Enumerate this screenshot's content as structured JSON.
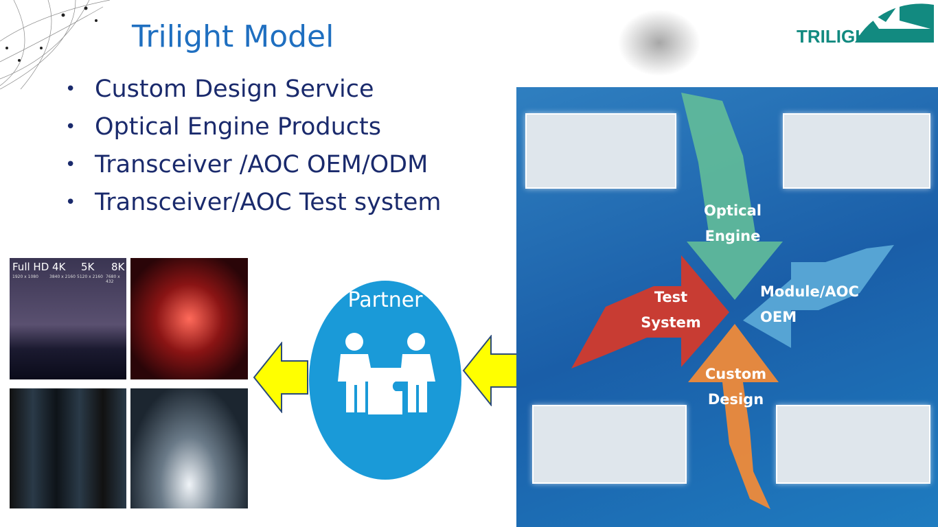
{
  "slide": {
    "title": "Trilight Model",
    "bullets": [
      "Custom Design Service",
      "Optical Engine Products",
      "Transceiver /AOC OEM/ODM",
      "Transceiver/AOC Test system"
    ],
    "bullet_symbol": "•",
    "logo_text": "TRILIGHT",
    "partner_label": "Partner",
    "resolution_image": {
      "labels": [
        "Full HD",
        "4K",
        "5K",
        "8K"
      ],
      "sizes": [
        "1920 x 1080",
        "3840 x 2160",
        "5120 x 2160",
        "7680 x 432"
      ]
    },
    "diagram": {
      "optical": "Optical Engine",
      "test": "Test System",
      "module": "Module/AOC OEM",
      "custom": "Custom Design"
    },
    "colors": {
      "title": "#1f6fc0",
      "bullets": "#1a2a6c",
      "logo": "#128a80",
      "partner": "#1a9ad8",
      "arrow_yellow": "#ffff00",
      "green": "#5fb89a",
      "red": "#d23a2c",
      "blue": "#5aa8d6",
      "orange": "#ee8a3a"
    }
  }
}
